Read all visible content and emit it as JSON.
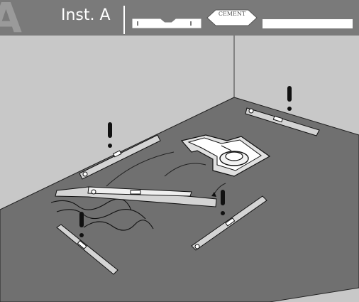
{
  "header": {
    "step_letter": "A",
    "title": "Inst. A",
    "cement_label": "CEMENT"
  },
  "colors": {
    "header_bg": "#7a7a7a",
    "wall": "#c8c8c8",
    "floor": "#707070",
    "outline": "#111111"
  },
  "icons": [
    "spirit-level-icon",
    "cement-bag-icon",
    "exclamation-icon",
    "spirit-level",
    "shower-drain"
  ]
}
